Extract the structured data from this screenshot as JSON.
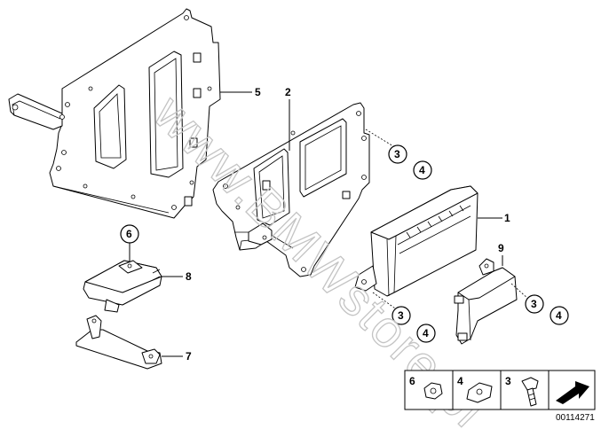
{
  "watermark": "www.BMWstore.pl",
  "callouts": {
    "c1": "1",
    "c2": "2",
    "c5": "5",
    "c7": "7",
    "c8": "8",
    "c9": "9",
    "c3a": "3",
    "c4a": "4",
    "c3b": "3",
    "c4b": "4",
    "c3c": "3",
    "c4c": "4",
    "c6": "6"
  },
  "legend": {
    "item1": "6",
    "item2": "4",
    "item3": "3"
  },
  "doc_number": "00114271"
}
